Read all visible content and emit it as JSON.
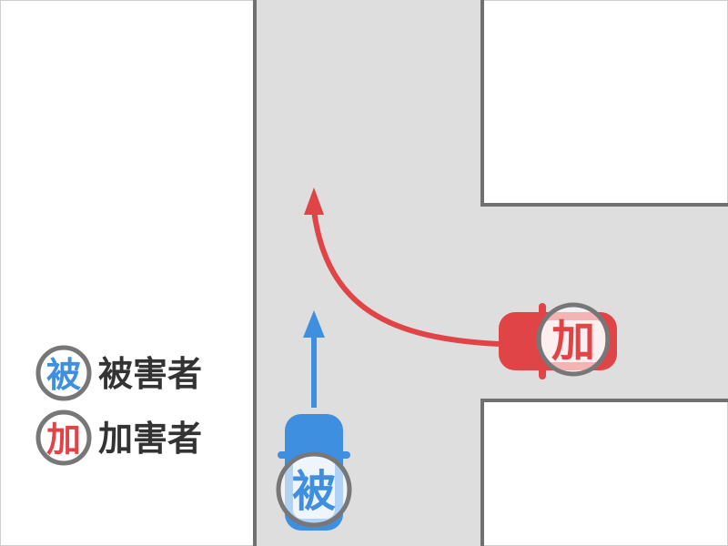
{
  "colors": {
    "victim": "#3f8fe0",
    "perpetrator": "#e04446",
    "road": "#dedede",
    "curb": "#707070"
  },
  "vehicles": {
    "victim": {
      "badge": "被"
    },
    "perpetrator": {
      "badge": "加"
    }
  },
  "legend": {
    "items": [
      {
        "badge": "被",
        "label": "被害者"
      },
      {
        "badge": "加",
        "label": "加害者"
      }
    ]
  }
}
